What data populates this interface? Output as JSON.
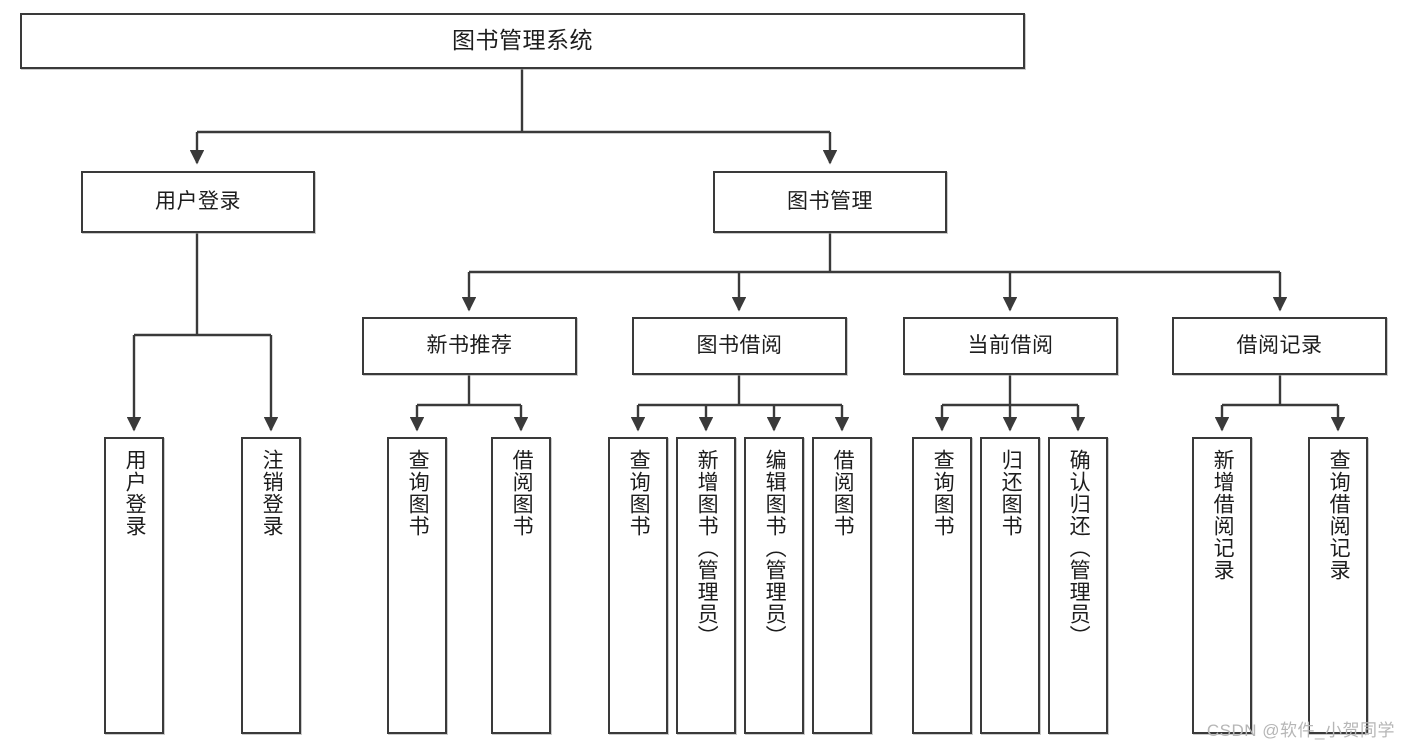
{
  "diagram": {
    "title": "图书管理系统",
    "watermark": "CSDN @软件_小贺同学",
    "edge_color": "#3a3a3a",
    "node_border_color": "#3a3a3a",
    "node_fill_color": "#ffffff",
    "text_color": "#1d1d1d",
    "watermark_color": "#b6b6b6"
  },
  "nodes": {
    "root": {
      "label": "图书管理系统"
    },
    "level2": [
      {
        "label": "用户登录"
      },
      {
        "label": "图书管理"
      }
    ],
    "level3": [
      {
        "label": "新书推荐"
      },
      {
        "label": "图书借阅"
      },
      {
        "label": "当前借阅"
      },
      {
        "label": "借阅记录"
      }
    ],
    "leaves": {
      "user_login": [
        {
          "label": "用户登录"
        },
        {
          "label": "注销登录"
        }
      ],
      "new_book_recommend": [
        {
          "label": "查询图书"
        },
        {
          "label": "借阅图书"
        }
      ],
      "book_borrow": [
        {
          "label": "查询图书"
        },
        {
          "label": "新增图书（管理员）"
        },
        {
          "label": "编辑图书（管理员）"
        },
        {
          "label": "借阅图书"
        }
      ],
      "current_borrow": [
        {
          "label": "查询图书"
        },
        {
          "label": "归还图书"
        },
        {
          "label": "确认归还（管理员）"
        }
      ],
      "borrow_records": [
        {
          "label": "新增借阅记录"
        },
        {
          "label": "查询借阅记录"
        }
      ]
    }
  }
}
